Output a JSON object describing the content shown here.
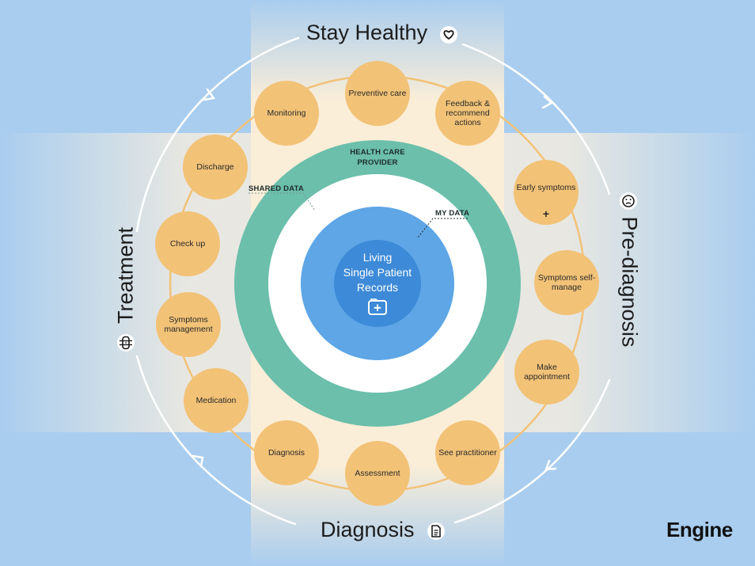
{
  "phases": {
    "top": "Stay Healthy",
    "right": "Pre-diagnosis",
    "bottom": "Diagnosis",
    "left": "Treatment"
  },
  "rings": {
    "outer": "HEALTH CARE PROVIDER",
    "shared": "SHARED DATA",
    "mine": "MY DATA"
  },
  "center": {
    "line1": "Living",
    "line2": "Single Patient",
    "line3": "Records"
  },
  "steps": [
    "Preventive care",
    "Feedback & recommend actions",
    "Early symptoms",
    "Symptoms self-manage",
    "Make appointment",
    "See practitioner",
    "Assessment",
    "Diagnosis",
    "Medication",
    "Symptoms management",
    "Check up",
    "Discharge",
    "Monitoring"
  ],
  "brand": "Engine",
  "colors": {
    "background": "#a9cdef",
    "band": "#fbeed8",
    "node": "#f2c277",
    "provider_ring": "#6bbfab",
    "inner_data": "#5ea6e6",
    "core": "#3d8ad8"
  },
  "icons": {
    "top": "heart-icon",
    "right": "face-icon",
    "bottom": "document-icon",
    "left": "bandage-icon",
    "center": "medical-folder-icon"
  }
}
